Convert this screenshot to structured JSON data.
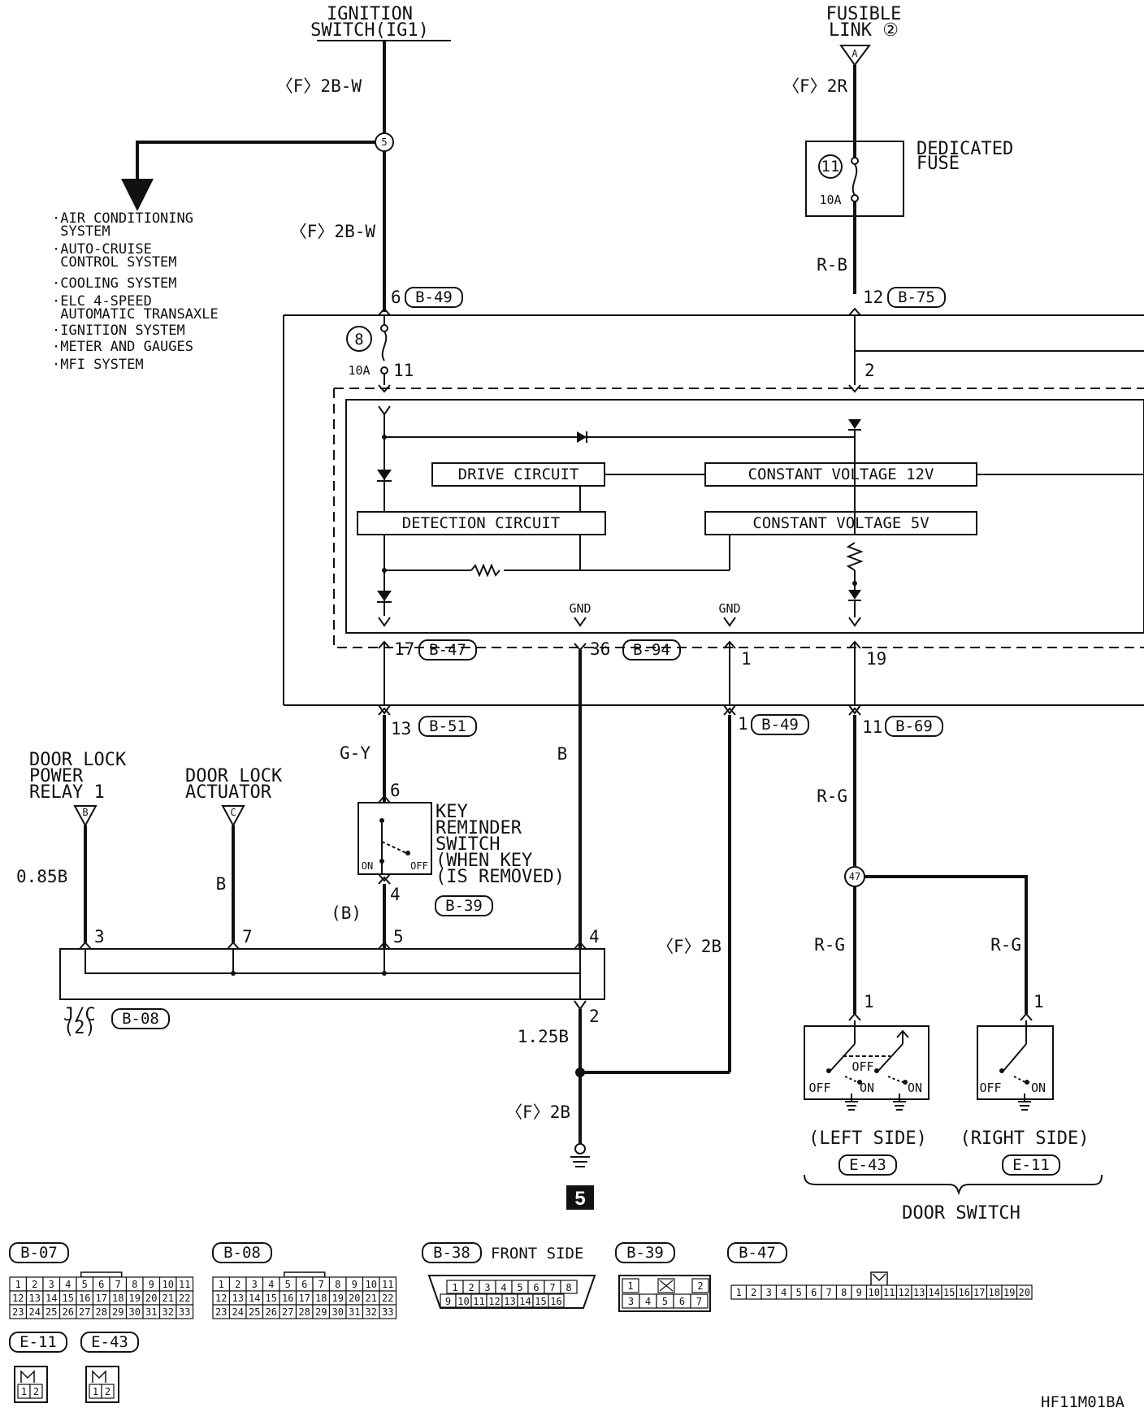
{
  "top_sources": {
    "ignition_switch": "IGNITION\nSWITCH(IG1)",
    "fusible_link": "FUSIBLE\nLINK ②",
    "fusible_link_connector": "A"
  },
  "wires": {
    "left_top_1": "〈F〉2B-W",
    "left_top_2": "〈F〉2B-W",
    "right_top": "〈F〉2R",
    "right_mid": "R-B",
    "key_feed": "G-Y",
    "ground_lead": "B",
    "relay_lead": "0.85B",
    "actuator_lead": "B",
    "switch_out": "(B)",
    "jc_out": "1.25B",
    "ground_path": "〈F〉2B",
    "chassis_ground": "〈F〉2B",
    "door_feed": "R-G",
    "left_door": "R-G",
    "right_door": "R-G"
  },
  "junctions": {
    "j5": "5",
    "j47": "47"
  },
  "side_list": {
    "items": [
      "·AIR CONDITIONING\n SYSTEM",
      "·AUTO-CRUISE\n CONTROL SYSTEM",
      "·COOLING SYSTEM",
      "·ELC 4-SPEED\n AUTOMATIC TRANSAXLE",
      "·IGNITION SYSTEM",
      "·METER AND GAUGES",
      "·MFI SYSTEM"
    ]
  },
  "fuses": {
    "dedicated": {
      "label": "DEDICATED\nFUSE",
      "number": "11",
      "rating": "10A"
    },
    "f8": {
      "number": "8",
      "rating": "10A"
    }
  },
  "pins": {
    "p6": "6",
    "b49_top": "B-49",
    "p12": "12",
    "b75": "B-75",
    "p11": "11",
    "p2": "2",
    "p17": "17",
    "b47": "B-47",
    "p36": "36",
    "b94": "B-94",
    "p1": "1",
    "p19": "19",
    "p13": "13",
    "b51": "B-51",
    "p1b": "1",
    "b49_low": "B-49",
    "p11b": "11",
    "b69": "B-69",
    "ks6": "6",
    "ks4": "4",
    "jc3": "3",
    "jc7": "7",
    "jc5": "5",
    "jc4": "4",
    "jc2": "2",
    "ds_left": "1",
    "ds_right": "1"
  },
  "circuits": {
    "drive": "DRIVE CIRCUIT",
    "detection": "DETECTION CIRCUIT",
    "cv12": "CONSTANT VOLTAGE 12V",
    "cv5": "CONSTANT VOLTAGE 5V",
    "gnd1": "GND",
    "gnd2": "GND"
  },
  "components": {
    "relay": {
      "label": "DOOR LOCK\nPOWER\nRELAY 1",
      "conn": "B"
    },
    "actuator": {
      "label": "DOOR LOCK\nACTUATOR",
      "conn": "C"
    },
    "key_switch": {
      "label": "KEY\nREMINDER\nSWITCH\n(WHEN KEY\n(IS REMOVED)",
      "conn": "B-39",
      "on": "ON",
      "off": "OFF"
    },
    "jc": {
      "label": "J/C\n(2)",
      "conn": "B-08"
    },
    "ground_number": "5",
    "left_door": {
      "side": "(LEFT SIDE)",
      "conn": "E-43",
      "off_upper": "OFF",
      "off_lower": "OFF",
      "on_1": "ON",
      "on_2": "ON"
    },
    "right_door": {
      "side": "(RIGHT SIDE)",
      "conn": "E-11",
      "off": "OFF",
      "on": "ON"
    },
    "door_switch": "DOOR SWITCH"
  },
  "connectors": {
    "b07": {
      "name": "B-07",
      "rows": [
        [
          "1",
          "2",
          "3",
          "4",
          "5",
          "6",
          "7",
          "8",
          "9",
          "10",
          "11"
        ],
        [
          "12",
          "13",
          "14",
          "15",
          "16",
          "17",
          "18",
          "19",
          "20",
          "21",
          "22"
        ],
        [
          "23",
          "24",
          "25",
          "26",
          "27",
          "28",
          "29",
          "30",
          "31",
          "32",
          "33"
        ]
      ]
    },
    "b08": {
      "name": "B-08",
      "rows": [
        [
          "1",
          "2",
          "3",
          "4",
          "5",
          "6",
          "7",
          "8",
          "9",
          "10",
          "11"
        ],
        [
          "12",
          "13",
          "14",
          "15",
          "16",
          "17",
          "18",
          "19",
          "20",
          "21",
          "22"
        ],
        [
          "23",
          "24",
          "25",
          "26",
          "27",
          "28",
          "29",
          "30",
          "31",
          "32",
          "33"
        ]
      ]
    },
    "b38": {
      "name": "B-38",
      "note": "FRONT SIDE",
      "rows": [
        [
          "1",
          "2",
          "3",
          "4",
          "5",
          "6",
          "7",
          "8"
        ],
        [
          "9",
          "10",
          "11",
          "12",
          "13",
          "14",
          "15",
          "16"
        ]
      ]
    },
    "b39": {
      "name": "B-39",
      "rows": [
        [
          "1",
          "",
          "2"
        ],
        [
          "3",
          "4",
          "5",
          "6",
          "7"
        ]
      ]
    },
    "b47": {
      "name": "B-47",
      "rows": [
        [
          "1",
          "2",
          "3",
          "4",
          "5",
          "6",
          "7",
          "8",
          "9",
          "10",
          "11",
          "12",
          "13",
          "14",
          "15",
          "16",
          "17",
          "18",
          "19",
          "20"
        ]
      ]
    },
    "e11": {
      "name": "E-11",
      "rows": [
        [
          "1",
          "2"
        ]
      ]
    },
    "e43": {
      "name": "E-43",
      "rows": [
        [
          "1",
          "2"
        ]
      ]
    }
  },
  "figure_code": "HF11M01BA",
  "colors": {
    "ink": "#111111",
    "paper": "#ffffff"
  }
}
